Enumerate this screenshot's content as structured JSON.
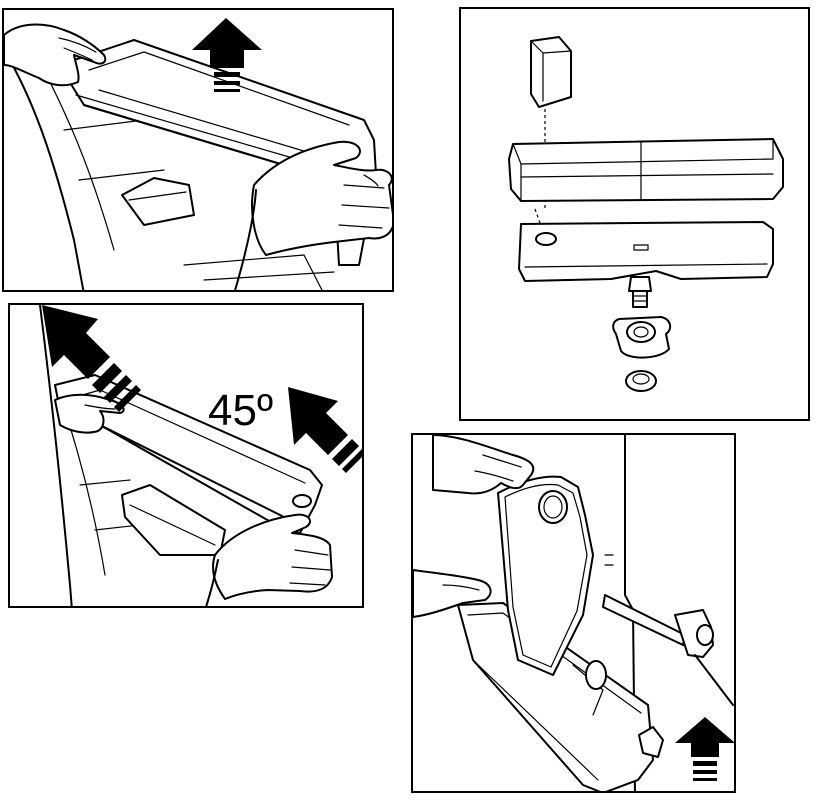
{
  "figure": {
    "angle_label": "45º",
    "colors": {
      "line": "#000000",
      "background": "#ffffff"
    },
    "panels": [
      {
        "id": "lift-shelf-up",
        "icons": [
          "hand-icon",
          "hand-icon",
          "up-arrow-icon"
        ]
      },
      {
        "id": "exploded-parts",
        "icons": [
          "cap-icon",
          "shelf-icon",
          "lid-icon",
          "valve-icon",
          "seal-ring-icon"
        ]
      },
      {
        "id": "tilt-shelf-45",
        "icons": [
          "hand-icon",
          "hand-icon",
          "diagonal-arrow-icon",
          "diagonal-arrow-icon"
        ]
      },
      {
        "id": "open-lid",
        "icons": [
          "hand-icon",
          "hand-icon",
          "up-arrow-icon"
        ]
      }
    ]
  }
}
